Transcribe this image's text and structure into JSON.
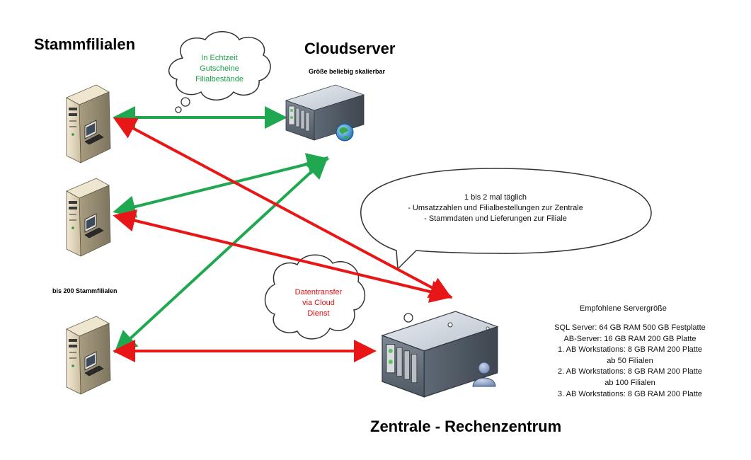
{
  "titles": {
    "stammfilialen": "Stammfilialen",
    "cloudserver": "Cloudserver",
    "cloud_subtitle": "Größe beliebig skalierbar",
    "branch_count": "bis 200  Stammfilialen",
    "zentrale": "Zentrale - Rechenzentrum"
  },
  "bubbles": {
    "realtime": [
      "In Echtzeit",
      "Gutscheine",
      "Filialbestände"
    ],
    "schedule": [
      "1 bis 2 mal täglich",
      "- Umsatzzahlen und Filialbestellungen zur Zentrale",
      "- Stammdaten und Lieferungen zur Filiale"
    ],
    "transfer": [
      "Datentransfer",
      "via Cloud",
      "Dienst"
    ]
  },
  "specs": {
    "title": "Empfohlene Servergröße",
    "lines": [
      "SQL Server: 64 GB RAM 500 GB Festplatte",
      "AB-Server: 16 GB RAM 200 GB Platte",
      "1. AB Workstations: 8 GB RAM 200 Platte",
      "ab 50 Filialen",
      "2. AB Workstations: 8 GB RAM 200 Platte",
      "ab 100 Filialen",
      "3. AB Workstations: 8 GB RAM 200 Platte"
    ]
  },
  "colors": {
    "green_arrow": "#1fa84f",
    "red_arrow": "#e81616",
    "green_text": "#1aa04a",
    "red_text": "#e01010"
  },
  "icons": {
    "branch_server": "tower-pc-icon",
    "cloud_server": "web-server-icon",
    "central_server": "user-server-icon"
  }
}
